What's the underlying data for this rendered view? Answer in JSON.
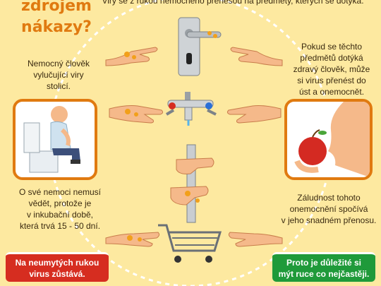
{
  "title_lines": [
    "zdrojem",
    "nákazy?"
  ],
  "top_caption": "Viry se z rukou nemocného přenesou na předměty, kterých se dotýká.",
  "left_top_text": [
    "Nemocný člověk",
    "vylučující viry",
    "stolicí."
  ],
  "right_top_text": [
    "Pokud se těchto",
    "předmětů dotýká",
    "zdravý člověk, může",
    "si virus přenést do",
    "úst a onemocnět."
  ],
  "left_bottom_text": [
    "O své nemoci nemusí",
    "vědět, protože je",
    "v inkubační době,",
    "která trvá 15 - 50 dní."
  ],
  "right_bottom_text": [
    "Záludnost tohoto",
    "onemocnění spočívá",
    "v jeho snadném přenosu."
  ],
  "red_box": [
    "Na neumytých rukou",
    "virus zůstává."
  ],
  "green_box": [
    "Proto je důležité si",
    "mýt ruce co nejčastěji."
  ],
  "colors": {
    "background": "#fde9a0",
    "orange": "#e07a10",
    "red": "#d62d20",
    "green": "#1f9a3a",
    "skin": "#f5b98a"
  },
  "icons": [
    "door-handle-icon",
    "faucet-icon",
    "pole-icon",
    "shopping-cart-icon",
    "toilet-person-icon",
    "apple-eating-icon",
    "hand-icon",
    "virus-icon"
  ]
}
